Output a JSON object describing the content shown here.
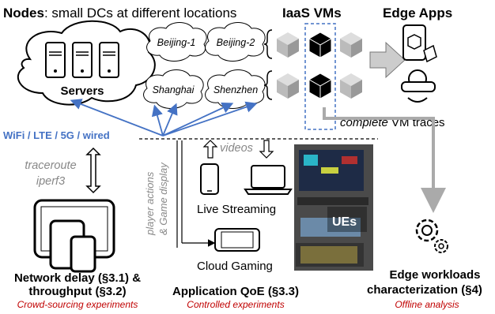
{
  "header": {
    "nodes_label": "Nodes",
    "nodes_desc": ": small DCs at different locations",
    "iaas_title": "IaaS VMs",
    "edge_apps_title": "Edge Apps"
  },
  "nodes": {
    "servers_label": "Servers",
    "cities": [
      "Beijing-1",
      "Beijing-2",
      "Shanghai",
      "Shenzhen"
    ]
  },
  "network": {
    "access_label": "WiFi / LTE / 5G / wired",
    "tools": [
      "traceroute",
      "iperf3"
    ]
  },
  "vm": {
    "traces_emphasis": "complete",
    "traces_rest": " VM traces"
  },
  "apps": {
    "game_label_line1": "player actions",
    "game_label_line2": "& Game display",
    "videos_label": "videos",
    "live_streaming": "Live Streaming",
    "cloud_gaming": "Cloud Gaming",
    "ues_label": "UEs"
  },
  "sections": {
    "net_title_line1": "Network delay (§3.1) &",
    "net_title_line2": "throughput (§3.2)",
    "net_sub": "Crowd-sourcing experiments",
    "qoe_title": "Application QoE (§3.3)",
    "qoe_sub": "Controlled experiments",
    "edge_title_line1": "Edge workloads",
    "edge_title_line2": "characterization (§4)",
    "edge_sub": "Offline analysis"
  },
  "colors": {
    "blue": "#4472C4",
    "red": "#C00000",
    "gray_arrow": "#AAAAAA",
    "label_gray": "#888888",
    "cube_dark": "#000000",
    "cube_light": "#BBBBBB"
  }
}
